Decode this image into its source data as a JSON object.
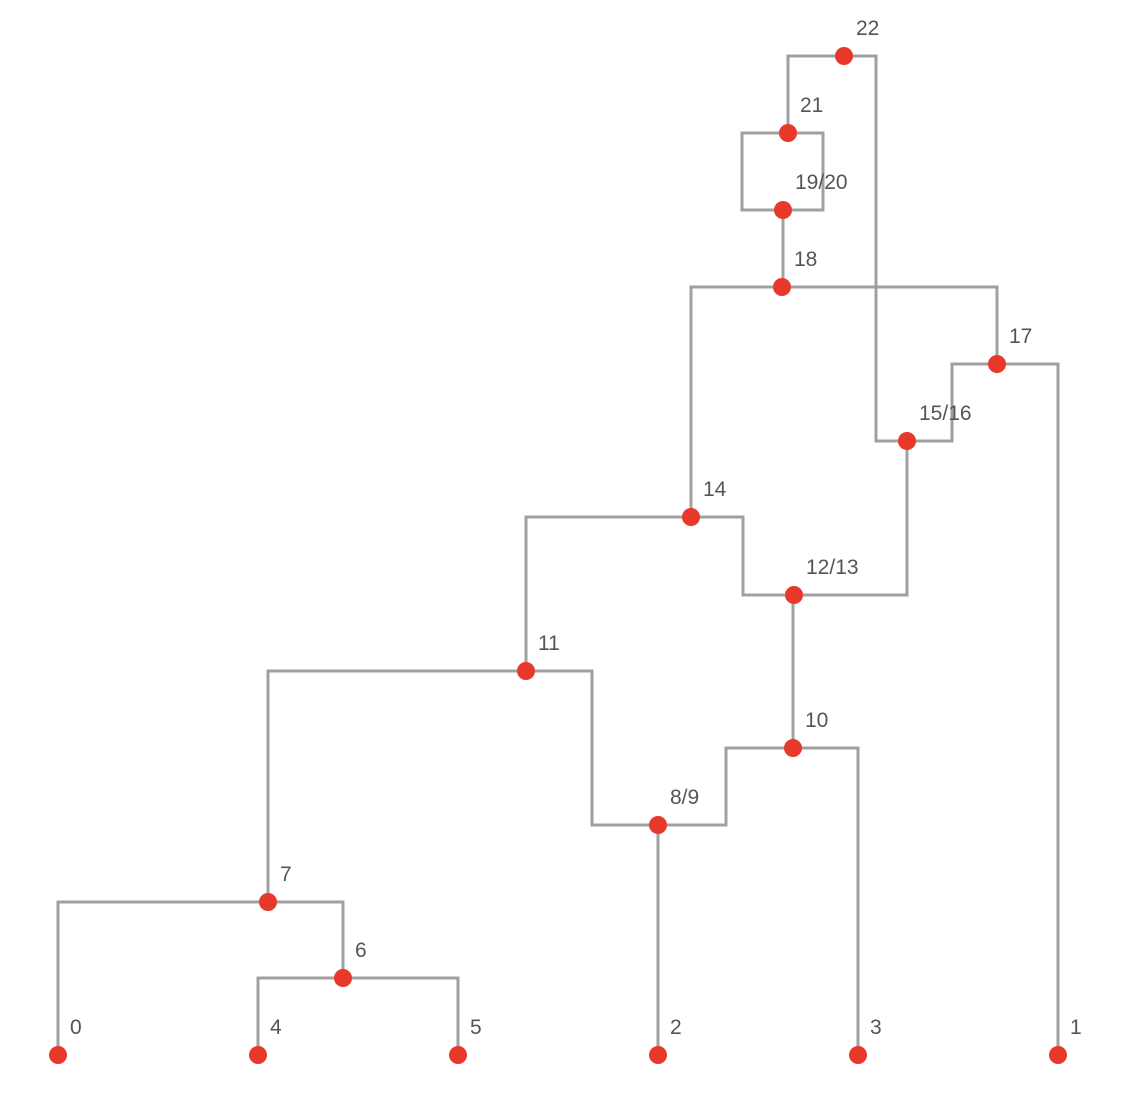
{
  "colors": {
    "edge": "#a0a0a0",
    "node": "#e8382a",
    "label": "#555555",
    "background": "#ffffff"
  },
  "nodes": [
    {
      "id": "0",
      "label": "0"
    },
    {
      "id": "4",
      "label": "4"
    },
    {
      "id": "5",
      "label": "5"
    },
    {
      "id": "2",
      "label": "2"
    },
    {
      "id": "3",
      "label": "3"
    },
    {
      "id": "1",
      "label": "1"
    },
    {
      "id": "6",
      "label": "6"
    },
    {
      "id": "7",
      "label": "7"
    },
    {
      "id": "8/9",
      "label": "8/9"
    },
    {
      "id": "10",
      "label": "10"
    },
    {
      "id": "11",
      "label": "11"
    },
    {
      "id": "12/13",
      "label": "12/13"
    },
    {
      "id": "14",
      "label": "14"
    },
    {
      "id": "15/16",
      "label": "15/16"
    },
    {
      "id": "17",
      "label": "17"
    },
    {
      "id": "18",
      "label": "18"
    },
    {
      "id": "19/20",
      "label": "19/20"
    },
    {
      "id": "21",
      "label": "21"
    },
    {
      "id": "22",
      "label": "22"
    }
  ],
  "edges": [
    {
      "parent": "6",
      "children": [
        "4",
        "5"
      ]
    },
    {
      "parent": "7",
      "children": [
        "0",
        "6"
      ]
    },
    {
      "parent": "8/9",
      "children": [
        "2",
        "10"
      ]
    },
    {
      "parent": "10",
      "children": [
        "8/9",
        "3"
      ]
    },
    {
      "parent": "11",
      "children": [
        "7",
        "8/9"
      ]
    },
    {
      "parent": "12/13",
      "children": [
        "10",
        "15/16"
      ]
    },
    {
      "parent": "14",
      "children": [
        "11",
        "12/13"
      ]
    },
    {
      "parent": "15/16",
      "children": [
        "12/13",
        "17"
      ]
    },
    {
      "parent": "17",
      "children": [
        "15/16",
        "1"
      ]
    },
    {
      "parent": "18",
      "children": [
        "14",
        "17"
      ]
    },
    {
      "parent": "19/20",
      "children": [
        "18",
        "21"
      ]
    },
    {
      "parent": "21",
      "children": [
        "19/20",
        "19/20"
      ]
    },
    {
      "parent": "22",
      "children": [
        "21",
        "15/16"
      ]
    }
  ]
}
